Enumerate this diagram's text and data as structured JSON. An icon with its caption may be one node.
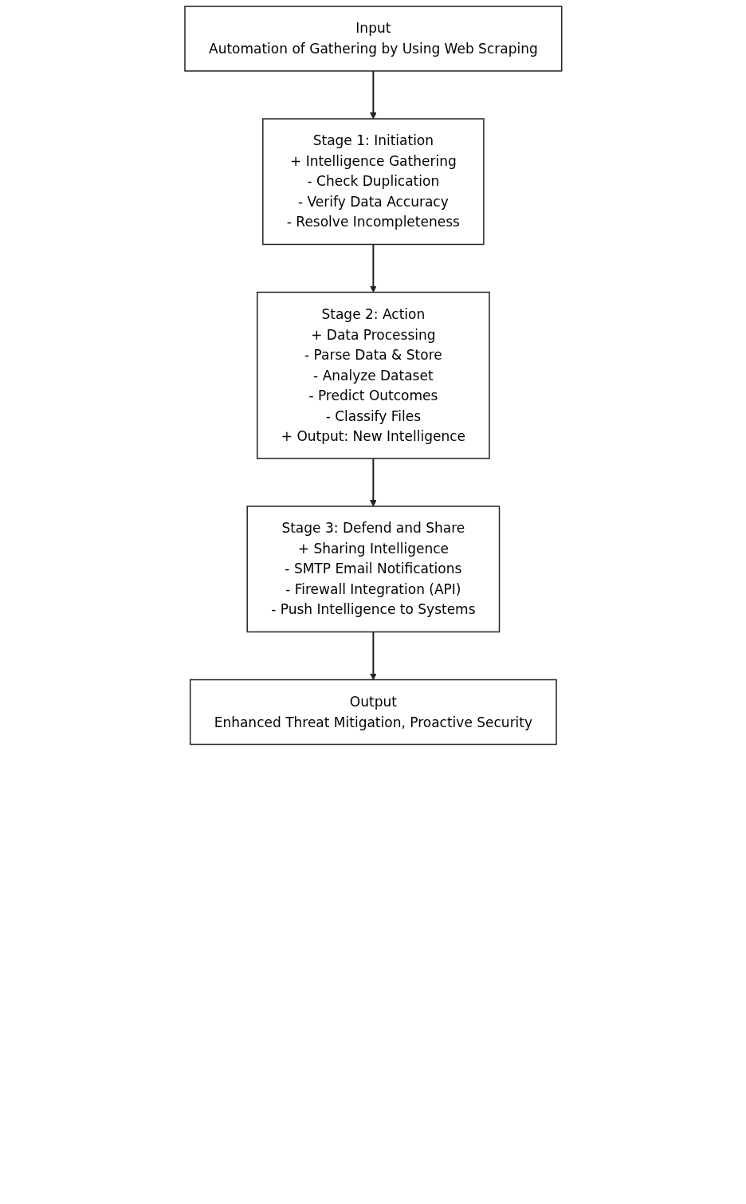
{
  "diagram": {
    "nodes": [
      {
        "text": [
          "Input",
          "Automation of Gathering by Using Web Scraping"
        ]
      },
      {
        "text": [
          "Stage 1: Initiation",
          "+ Intelligence Gathering",
          "- Check Duplication",
          "- Verify Data Accuracy",
          "- Resolve Incompleteness"
        ]
      },
      {
        "text": [
          "Stage 2: Action",
          "+ Data Processing",
          "- Parse Data & Store",
          "- Analyze Dataset",
          "- Predict Outcomes",
          "- Classify Files",
          "+ Output: New Intelligence"
        ]
      },
      {
        "text": [
          "Stage 3: Defend and Share",
          "+ Sharing Intelligence",
          "- SMTP Email Notifications",
          "- Firewall Integration (API)",
          "- Push Intelligence to Systems"
        ]
      },
      {
        "text": [
          "Output",
          "Enhanced Threat Mitigation, Proactive Security"
        ]
      }
    ],
    "edges": [
      {
        "from": 0,
        "to": 1,
        "arrow": "to"
      },
      {
        "from": 1,
        "to": 2,
        "arrow": "to"
      },
      {
        "from": 2,
        "to": 3,
        "arrow": "to"
      },
      {
        "from": 3,
        "to": 4,
        "arrow": "to"
      }
    ]
  }
}
